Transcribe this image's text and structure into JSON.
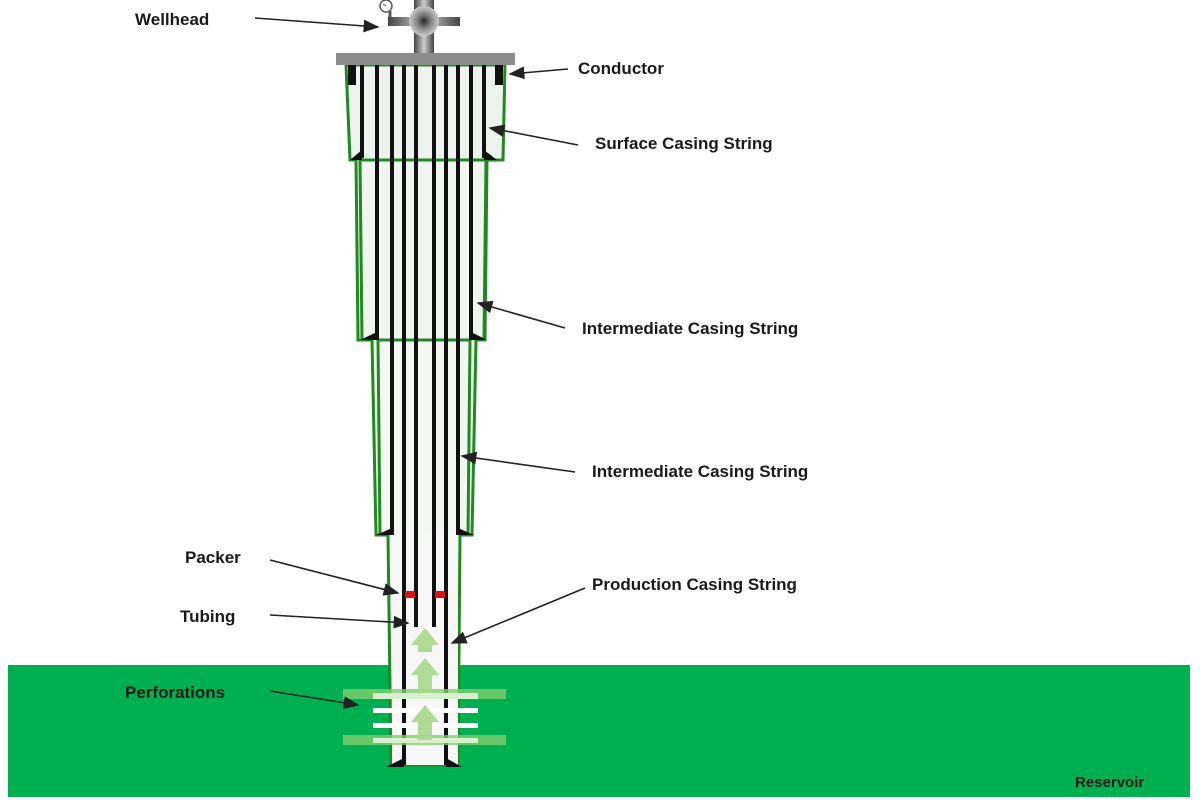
{
  "labels": {
    "wellhead": "Wellhead",
    "conductor": "Conductor",
    "surface_casing": "Surface Casing String",
    "intermediate_casing_1": "Intermediate Casing String",
    "intermediate_casing_2": "Intermediate Casing String",
    "packer": "Packer",
    "production_casing": "Production Casing String",
    "tubing": "Tubing",
    "perforations": "Perforations",
    "reservoir": "Reservoir"
  },
  "colors": {
    "reservoir": "#00b050",
    "cement": "#1f8a1f",
    "casing": "#111111",
    "packer": "#e01010",
    "flow_arrow": "#a9d98a",
    "wellhead_plate": "#8c8c8c"
  }
}
